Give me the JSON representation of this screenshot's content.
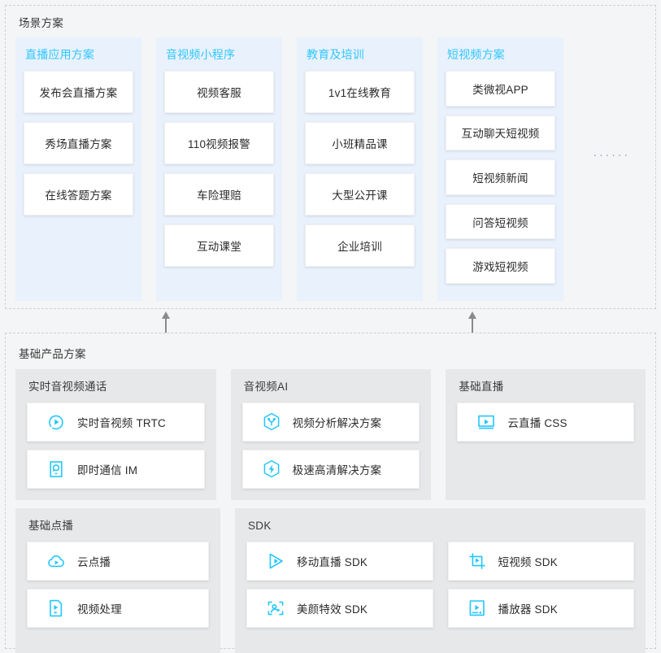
{
  "scenario": {
    "title": "场景方案",
    "columns": [
      {
        "header": "直播应用方案",
        "items": [
          "发布会直播方案",
          "秀场直播方案",
          "在线答题方案"
        ]
      },
      {
        "header": "音视频小程序",
        "items": [
          "视频客服",
          "110视频报警",
          "车险理赔",
          "互动课堂"
        ]
      },
      {
        "header": "教育及培训",
        "items": [
          "1v1在线教育",
          "小班精品课",
          "大型公开课",
          "企业培训"
        ]
      },
      {
        "header": "短视频方案",
        "items": [
          "类微视APP",
          "互动聊天短视频",
          "短视频新闻",
          "问答短视频",
          "游戏短视频"
        ]
      }
    ],
    "more_indicator": "······"
  },
  "product": {
    "title": "基础产品方案",
    "groups": [
      {
        "title": "实时音视频通话",
        "items": [
          {
            "label": "实时音视频 TRTC",
            "icon": "circle-play-icon"
          },
          {
            "label": "即时通信 IM",
            "icon": "chat-device-icon"
          }
        ]
      },
      {
        "title": "音视频AI",
        "items": [
          {
            "label": "视频分析解决方案",
            "icon": "hexagon-analysis-icon"
          },
          {
            "label": "极速高清解决方案",
            "icon": "hexagon-bolt-icon"
          }
        ]
      },
      {
        "title": "基础直播",
        "items": [
          {
            "label": "云直播 CSS",
            "icon": "screen-play-icon"
          }
        ]
      },
      {
        "title": "基础点播",
        "items": [
          {
            "label": "云点播",
            "icon": "cloud-play-icon"
          },
          {
            "label": "视频处理",
            "icon": "video-edit-icon"
          }
        ]
      },
      {
        "title": "SDK",
        "items": [
          {
            "label": "移动直播 SDK",
            "icon": "triangle-play-icon"
          },
          {
            "label": "短视频 SDK",
            "icon": "crop-play-icon"
          },
          {
            "label": "美颜特效 SDK",
            "icon": "face-beauty-icon"
          },
          {
            "label": "播放器 SDK",
            "icon": "player-icon"
          }
        ]
      }
    ]
  },
  "colors": {
    "accent_cyan": "#22c7ff",
    "scenario_panel_bg": "#e9f1fd",
    "product_panel_bg": "#e7e8ea",
    "page_bg": "#f4f5f6",
    "dashed_border": "#cfcfcf"
  },
  "flow": {
    "arrows": [
      "arrow-up-left",
      "arrow-up-right"
    ]
  }
}
